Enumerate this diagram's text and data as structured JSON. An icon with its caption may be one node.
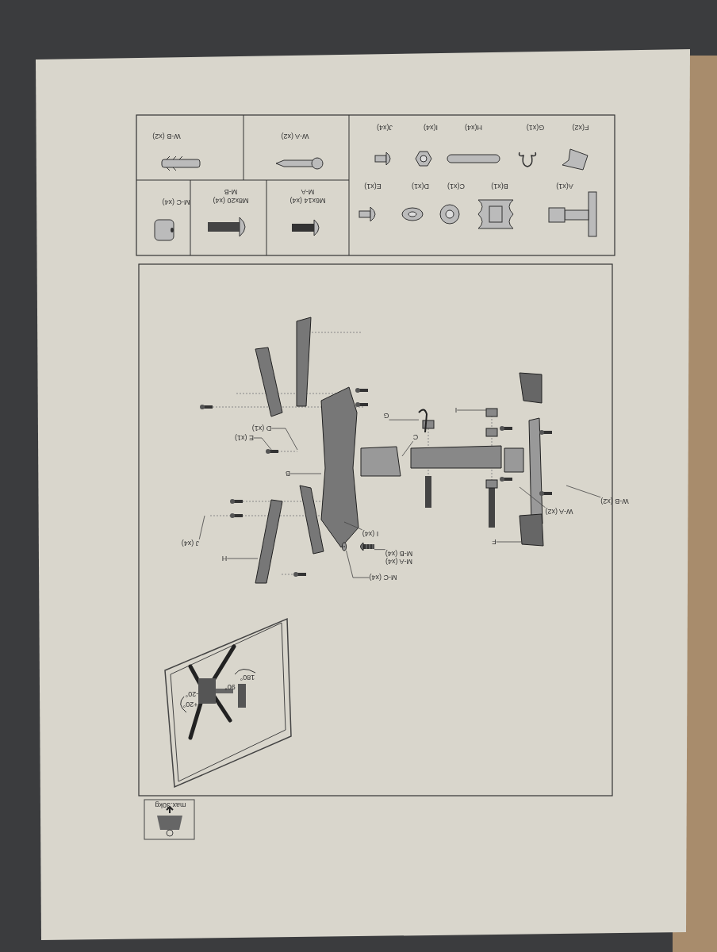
{
  "diagram": {
    "nodes": [
      {
        "text": [
          "G"
        ]
      },
      {
        "text": [
          "C"
        ]
      },
      {
        "text": [
          "I"
        ]
      },
      {
        "text": [
          "D (x1)"
        ]
      },
      {
        "text": [
          "E (x1)"
        ]
      },
      {
        "text": [
          "B"
        ]
      },
      {
        "text": [
          "I (x4)"
        ]
      },
      {
        "text": [
          "M-A (x4)",
          "M-B (x4)"
        ]
      },
      {
        "text": [
          "M-C (x4)"
        ]
      },
      {
        "text": [
          "J (x4)"
        ]
      },
      {
        "text": [
          "H"
        ]
      },
      {
        "text": [
          "F"
        ]
      },
      {
        "text": [
          "W-A (x2)"
        ]
      },
      {
        "text": [
          "W-B (x2)"
        ]
      },
      {
        "text": [],
        "shape": "picture"
      },
      {
        "text": [],
        "shape": "picture"
      },
      {
        "text": [],
        "shape": "picture"
      }
    ],
    "edges": [
      {
        "from": 0,
        "to": 14,
        "arrow": "none"
      },
      {
        "from": 1,
        "to": null,
        "arrow": "none"
      },
      {
        "from": 2,
        "to": null,
        "arrow": "none"
      },
      {
        "from": 3,
        "to": null,
        "arrow": "none"
      },
      {
        "from": 4,
        "to": null,
        "arrow": "none"
      },
      {
        "from": 5,
        "to": null,
        "arrow": "none"
      },
      {
        "from": 6,
        "to": null,
        "arrow": "none"
      },
      {
        "from": 7,
        "to": 15,
        "arrow": "none"
      },
      {
        "from": 8,
        "to": 16,
        "arrow": "none"
      },
      {
        "from": 9,
        "to": null,
        "arrow": "none"
      },
      {
        "from": 10,
        "to": null,
        "arrow": "none"
      },
      {
        "from": 11,
        "to": null,
        "arrow": "none"
      },
      {
        "from": 12,
        "to": null,
        "arrow": "none"
      },
      {
        "from": 13,
        "to": null,
        "arrow": "none"
      }
    ],
    "labels": [
      "A(x1)",
      "B(x1)",
      "C(x1)",
      "D(x1)",
      "E(x1)",
      "F(x2)",
      "G(x1)",
      "H(x4)",
      "I(x4)",
      "J(x4)",
      "M6x14 (x4)",
      "M-A",
      "M8x20 (x4)",
      "M-B",
      "M-C (x4)",
      "W-A (x2)",
      "W-B (x2)",
      "+20°",
      "-20°",
      "90°",
      "180°",
      "max.30kg"
    ]
  }
}
